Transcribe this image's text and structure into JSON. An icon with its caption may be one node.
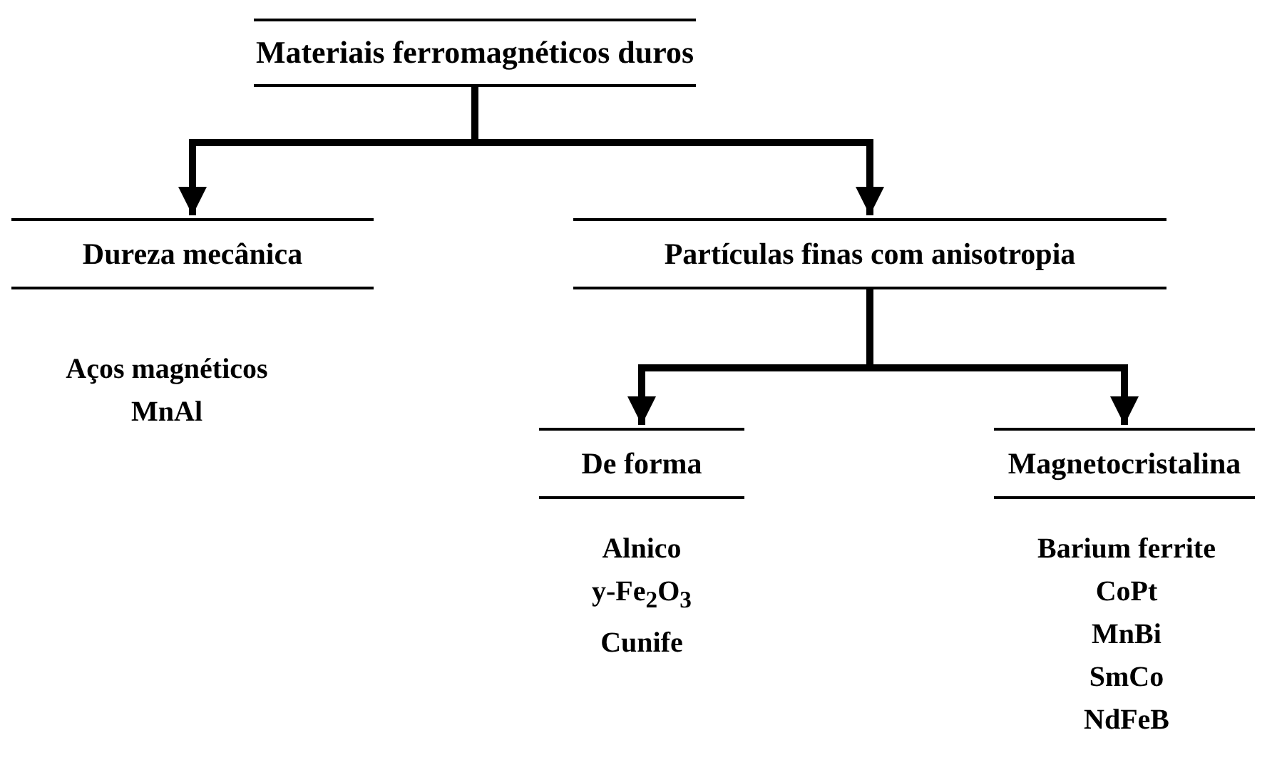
{
  "diagram": {
    "nodes": [
      {
        "text": [
          "Materiais ferromagnéticos duros"
        ]
      },
      {
        "text": [
          "Dureza mecânica"
        ],
        "beside": [
          "Aços magnéticos",
          "MnAl"
        ]
      },
      {
        "text": [
          "Partículas finas com anisotropia"
        ]
      },
      {
        "text": [
          "De forma"
        ],
        "beside": [
          "Alnico",
          "y-Fe$_{2}$O$_{3}$",
          "Cunife"
        ]
      },
      {
        "text": [
          "Magnetocristalina"
        ],
        "beside": [
          "Barium ferrite",
          "CoPt",
          "MnBi",
          "SmCo",
          "NdFeB"
        ]
      }
    ],
    "edges": [
      {
        "from": 0,
        "to": 1,
        "arrow": "to"
      },
      {
        "from": 0,
        "to": 2,
        "arrow": "to"
      },
      {
        "from": 2,
        "to": 3,
        "arrow": "to"
      },
      {
        "from": 2,
        "to": 4,
        "arrow": "to"
      }
    ]
  }
}
